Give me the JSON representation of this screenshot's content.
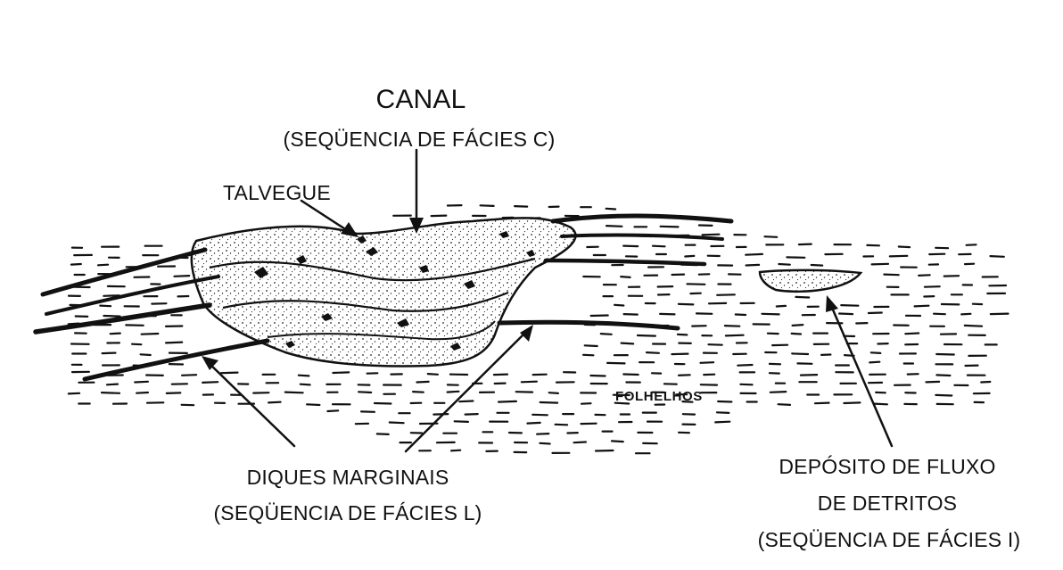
{
  "labels": {
    "canal": "CANAL",
    "canal_sub": "(SEQÜENCIA DE FÁCIES C)",
    "talvegue": "TALVEGUE",
    "folhelhos": "FOLHELHOS",
    "diques": "DIQUES MARGINAIS",
    "diques_sub": "(SEQÜENCIA DE FÁCIES L)",
    "deposito_1": "DEPÓSITO DE FLUXO",
    "deposito_2": "DE DETRITOS",
    "deposito_sub": "(SEQÜENCIA DE FÁCIES I)"
  }
}
